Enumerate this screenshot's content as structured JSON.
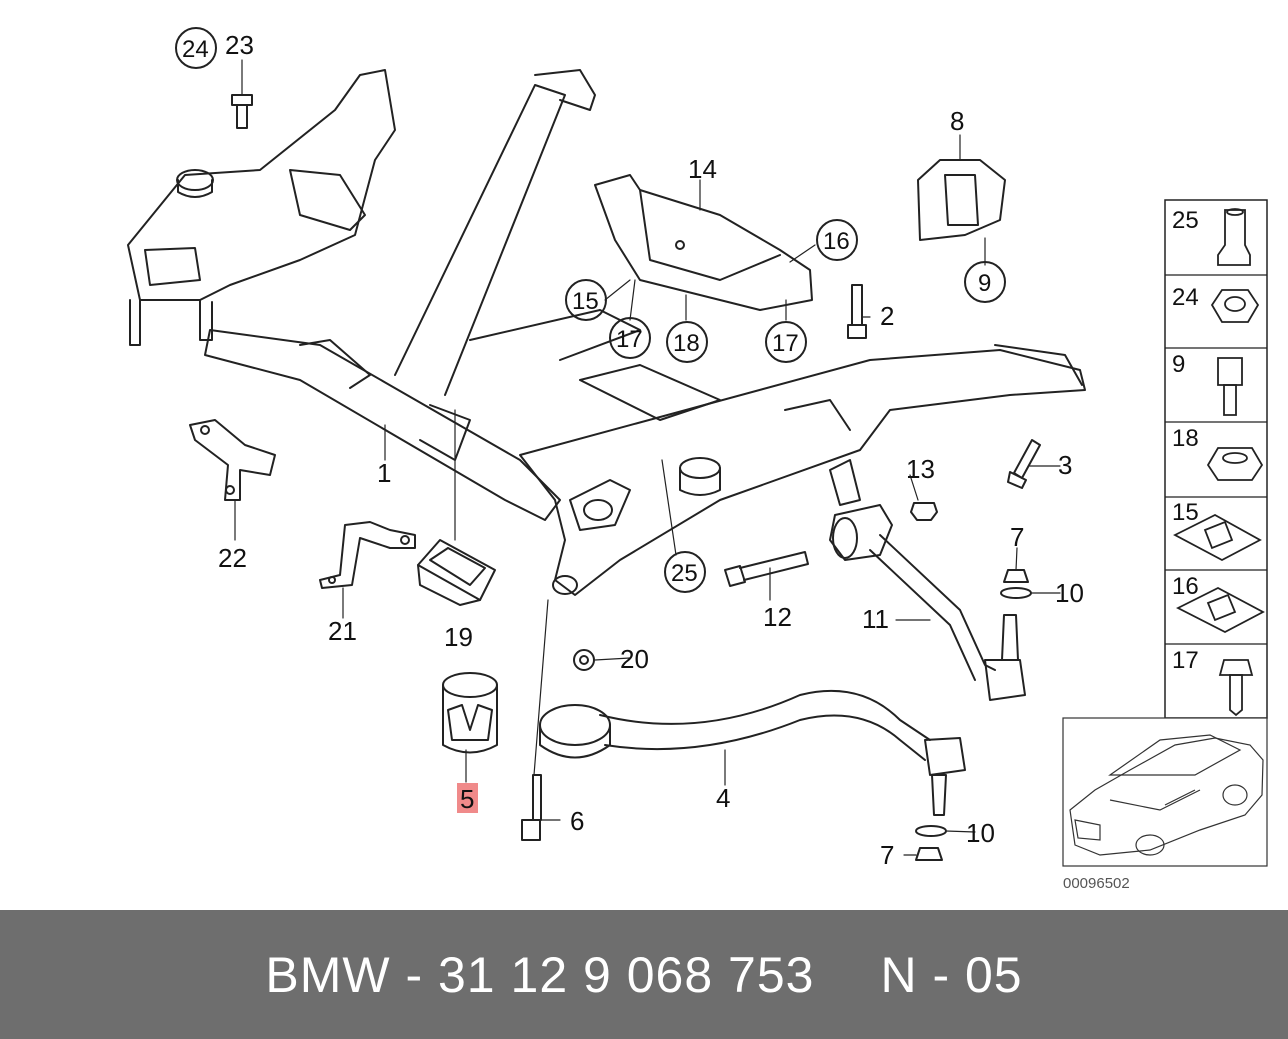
{
  "diagram": {
    "labels": {
      "l1": "1",
      "l2": "2",
      "l3": "3",
      "l4": "4",
      "l5": "5",
      "l6": "6",
      "l7a": "7",
      "l7b": "7",
      "l8": "8",
      "l10a": "10",
      "l10b": "10",
      "l11": "11",
      "l12": "12",
      "l13": "13",
      "l14": "14",
      "l19": "19",
      "l20": "20",
      "l21": "21",
      "l22": "22",
      "l23": "23"
    },
    "circled_labels": {
      "c24": "24",
      "c16": "16",
      "c15": "15",
      "c17a": "17",
      "c18": "18",
      "c17b": "17",
      "c9": "9",
      "c25": "25"
    },
    "highlighted_part": "5",
    "highlight_color": "#f08a8a"
  },
  "side_panel": {
    "items": [
      "25",
      "24",
      "9",
      "18",
      "15",
      "16",
      "17"
    ]
  },
  "reference_code": "00096502",
  "footer": {
    "part_text": "BMW - 31 12 9 068 753",
    "position_text": "N - 05"
  }
}
